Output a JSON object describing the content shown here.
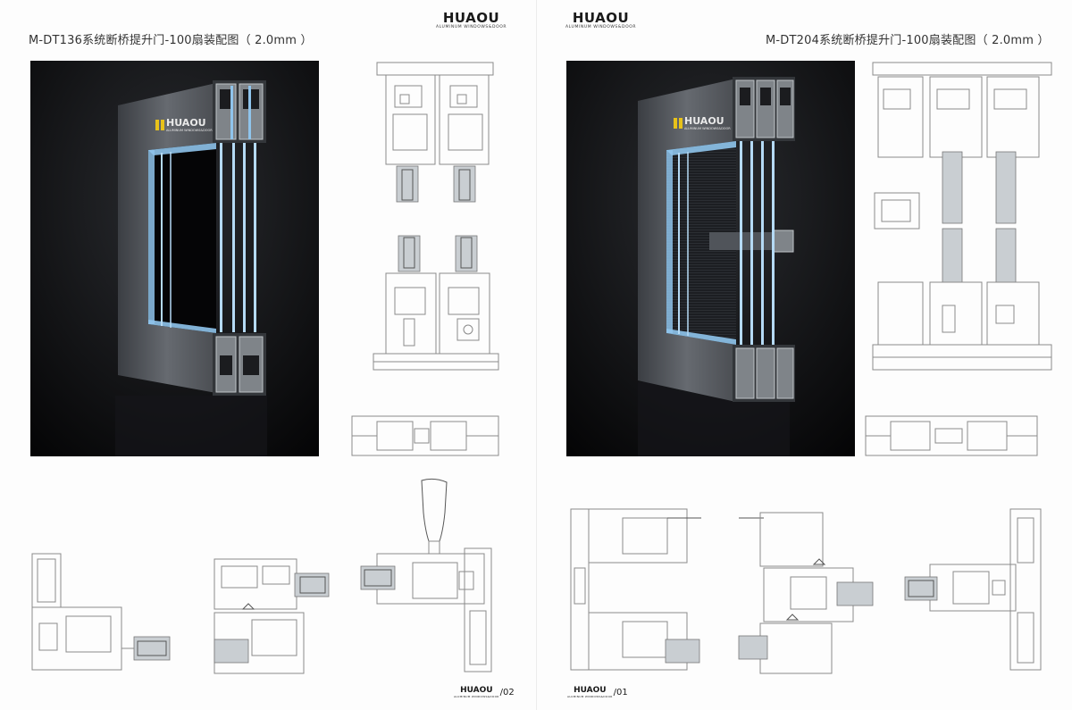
{
  "left_page": {
    "title": "M-DT136系统断桥提升门-100扇装配图（ 2.0mm ）",
    "brand": {
      "wordmark": "HUAOU",
      "tagline": "ALUMINUM WINDOWS&DOOR"
    },
    "photo_logo": {
      "wordmark": "HUAOU",
      "tagline": "ALUMINUM WINDOWS&DOOR"
    },
    "footer": {
      "wordmark": "HUAOU",
      "tagline": "ALUMINUM WINDOWS&DOOR",
      "page_number": "/02"
    }
  },
  "right_page": {
    "title": "M-DT204系统断桥提升门-100扇装配图（ 2.0mm ）",
    "brand": {
      "wordmark": "HUAOU",
      "tagline": "ALUMINUM WINDOWS&DOOR"
    },
    "photo_logo": {
      "wordmark": "HUAOU",
      "tagline": "ALUMINUM WINDOWS&DOOR"
    },
    "footer": {
      "wordmark": "HUAOU",
      "tagline": "ALUMINUM WINDOWS&DOOR",
      "page_number": "/01"
    }
  },
  "colors": {
    "logo_accent": "#e8c21a",
    "frame_grey": "#55595e",
    "glass_blue": "#8fc4ec",
    "photo_bg": "#0b0b0d"
  }
}
